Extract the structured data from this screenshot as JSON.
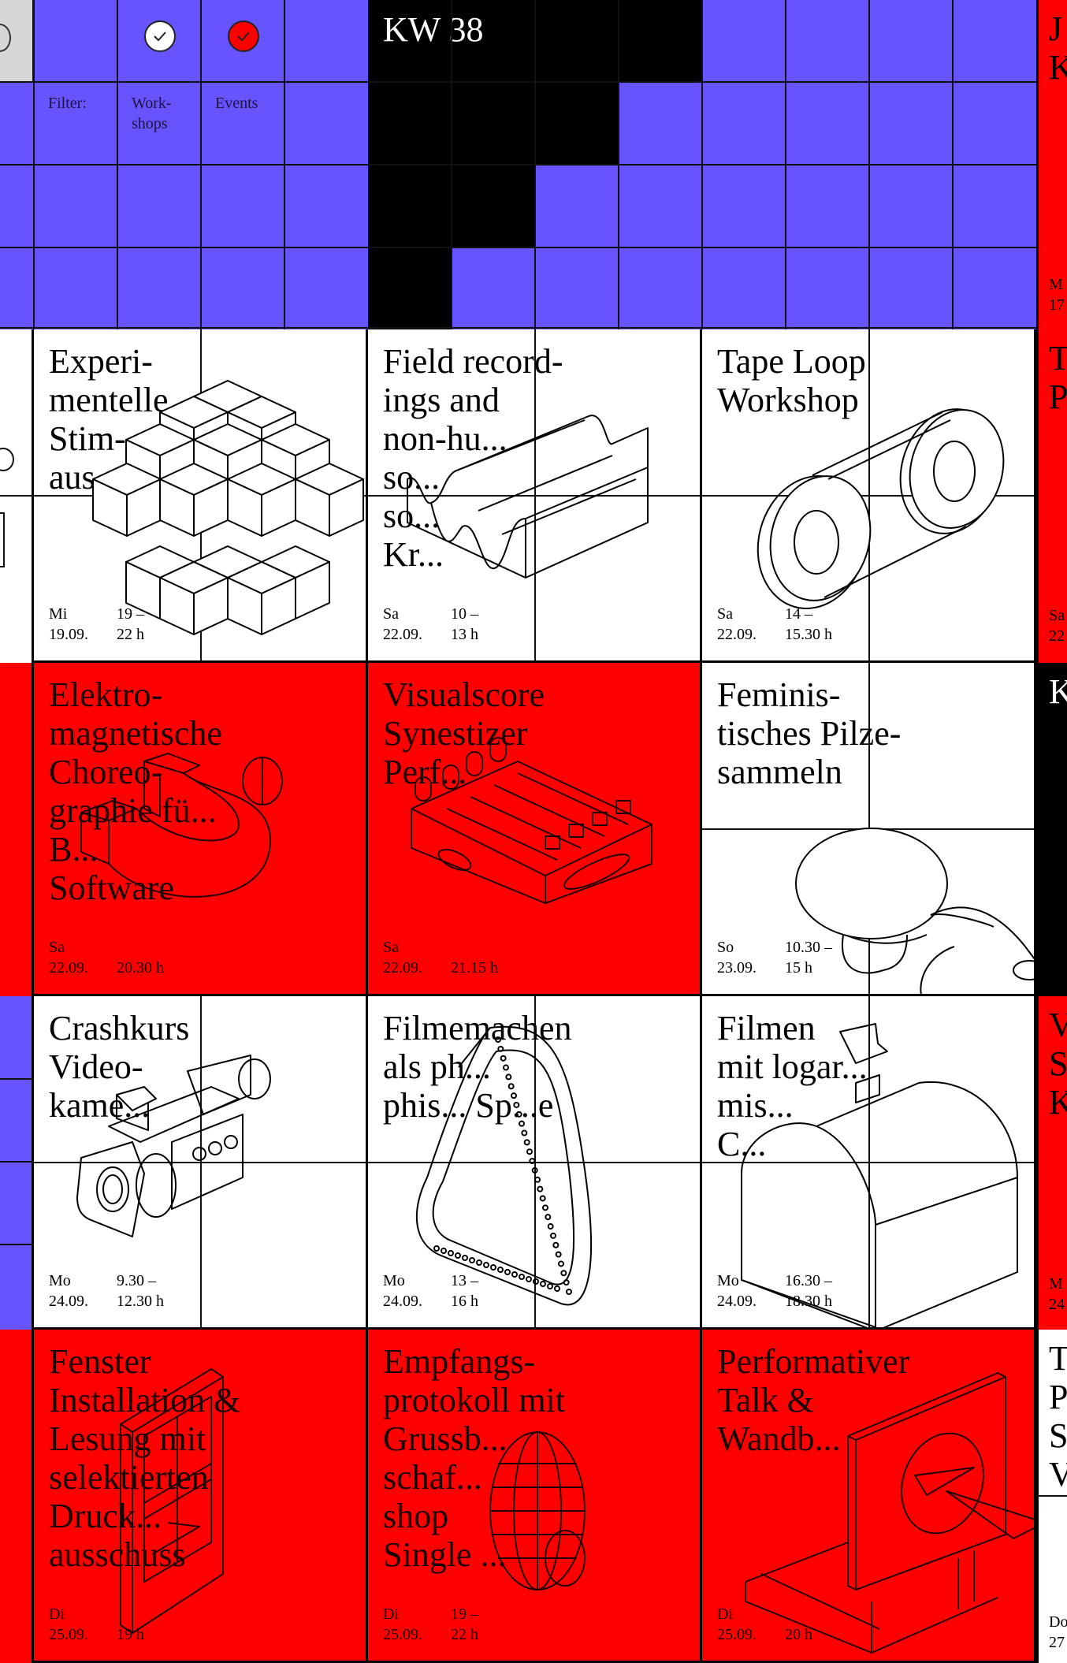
{
  "colors": {
    "blue": "#6655ff",
    "red": "#ff0000",
    "black": "#000000",
    "white": "#ffffff"
  },
  "header": {
    "week_label": "KW 38",
    "filter": {
      "label": "Filter:",
      "options": [
        {
          "label": "Work-\nshops",
          "checked": true,
          "color": "#ffffff",
          "icon": "check-icon"
        },
        {
          "label": "Events",
          "checked": true,
          "color": "#ff0000",
          "icon": "check-icon"
        }
      ]
    }
  },
  "events": [
    {
      "title": "Experi-\nmentelle\nStim-\naus...",
      "day": "Mi",
      "date": "19.09.",
      "time_start": "19 –",
      "time_end": "22 h",
      "type": "workshop",
      "illustration": "cube-stack-icon"
    },
    {
      "title": "Field record-\nings and\nnon-hu...\nso...\nso...\nKr...",
      "day": "Sa",
      "date": "22.09.",
      "time_start": "10 –",
      "time_end": "13 h",
      "type": "workshop",
      "illustration": "wave-block-icon"
    },
    {
      "title": "Tape Loop\nWorkshop",
      "day": "Sa",
      "date": "22.09.",
      "time_start": "14 –",
      "time_end": "15.30 h",
      "type": "workshop",
      "illustration": "tape-reels-icon"
    },
    {
      "title": "Elektro-\nmagnetische\nChoreo-\ngraphie fü...\nB...\nSoftware",
      "day": "Sa",
      "date": "22.09.",
      "time_start": "",
      "time_end": "20.30 h",
      "type": "event",
      "illustration": "magnet-icon"
    },
    {
      "title": "Visualscore\nSynestizer\nPerf...",
      "day": "Sa",
      "date": "22.09.",
      "time_start": "",
      "time_end": "21.15 h",
      "type": "event",
      "illustration": "mixer-icon"
    },
    {
      "title": "Feminis-\ntisches Pilze-\nsammeln",
      "day": "So",
      "date": "23.09.",
      "time_start": "10.30 –",
      "time_end": "15 h",
      "type": "workshop",
      "illustration": "mushroom-icon"
    },
    {
      "title": "Crashkurs\nVideo-\nkame...",
      "day": "Mo",
      "date": "24.09.",
      "time_start": "9.30 –",
      "time_end": "12.30 h",
      "type": "workshop",
      "illustration": "video-camera-icon"
    },
    {
      "title": "Filmemachen\nals ph...\nphis... Sp...e",
      "day": "Mo",
      "date": "24.09.",
      "time_start": "13 –",
      "time_end": "16 h",
      "type": "workshop",
      "illustration": "film-strip-icon"
    },
    {
      "title": "Filmen\nmit logar...\nmis...\nC...",
      "day": "Mo",
      "date": "24.09.",
      "time_start": "16.30 –",
      "time_end": "18.30 h",
      "type": "workshop",
      "illustration": "barrel-vault-icon"
    },
    {
      "title": "Fenster\nInstallation &\nLesung mit\nselektierten\nDruck...\nausschuss",
      "day": "Di",
      "date": "25.09.",
      "time_start": "",
      "time_end": "19 h",
      "type": "event",
      "illustration": "window-frame-icon"
    },
    {
      "title": "Empfangs-\nprotokoll mit\nGrussb...\nschaf...\nshop\nSingle ...",
      "day": "Di",
      "date": "25.09.",
      "time_start": "19 –",
      "time_end": "22 h",
      "type": "event",
      "illustration": "globe-icon"
    },
    {
      "title": "Performativer\nTalk &\nWandb...",
      "day": "Di",
      "date": "25.09.",
      "time_start": "",
      "time_end": "20 h",
      "type": "event",
      "illustration": "target-board-icon"
    }
  ],
  "right_column_partial": [
    {
      "title": "J\nK",
      "day": "M",
      "date": "17"
    },
    {
      "title": "T\nP",
      "day": "Sa",
      "date": "22"
    },
    {
      "title": "K"
    },
    {
      "title": "V\nS\nK",
      "day": "M",
      "date": "24"
    },
    {
      "title": "T\nP\nS\nV",
      "day": "Do",
      "date": "27"
    }
  ]
}
